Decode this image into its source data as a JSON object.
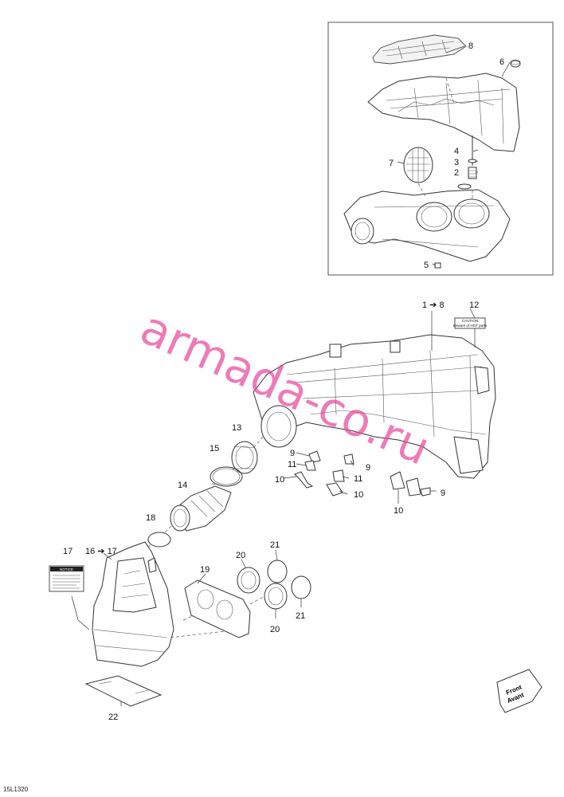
{
  "diagram": {
    "figure_id": "15L1320",
    "watermark": "armada-co.ru",
    "callouts": {
      "c8": "8",
      "c6": "6",
      "c7": "7",
      "c4": "4",
      "c3": "3",
      "c2": "2",
      "c5": "5",
      "c18range": "1 ➔ 8",
      "c12": "12",
      "c13": "13",
      "c15": "15",
      "c14": "14",
      "c9a": "9",
      "c11a": "11",
      "c10a": "10",
      "c9b": "9",
      "c11b": "11",
      "c10b": "10",
      "c10c": "10",
      "c9c": "9",
      "c18": "18",
      "c17": "17",
      "c1617": "16 ➔ 17",
      "c19": "19",
      "c20a": "20",
      "c21a": "21",
      "c20b": "20",
      "c21b": "21",
      "c22": "22"
    },
    "notice_label": {
      "title": "NOTICE"
    },
    "caution_label": {
      "title": "CAUTION",
      "line": "Beware of HOT parts"
    },
    "direction_badge": {
      "line1": "Front",
      "line2": "Avant"
    }
  }
}
